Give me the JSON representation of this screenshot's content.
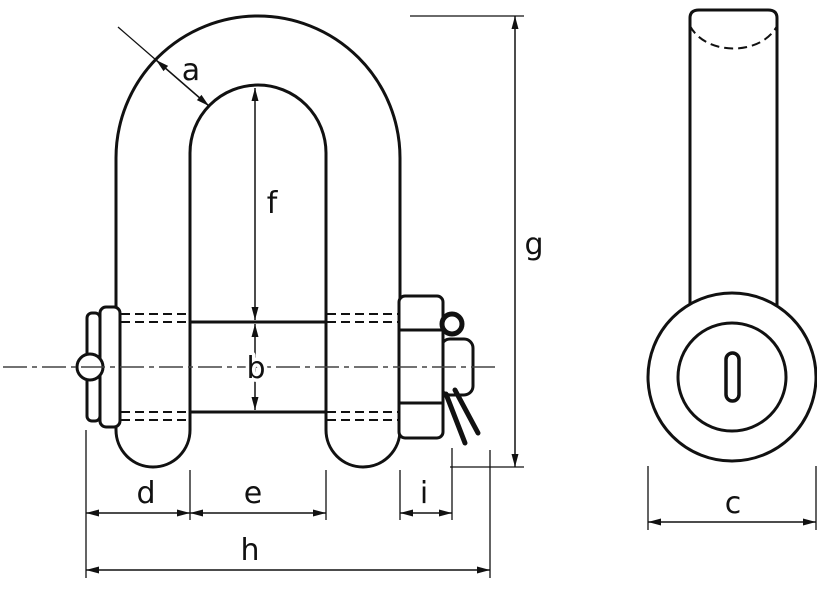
{
  "labels": {
    "a": "a",
    "b": "b",
    "c": "c",
    "d": "d",
    "e": "e",
    "f": "f",
    "g": "g",
    "h": "h",
    "i": "i"
  },
  "style": {
    "line_color": "#111111",
    "background": "#ffffff",
    "centerline_color": "#444444"
  }
}
